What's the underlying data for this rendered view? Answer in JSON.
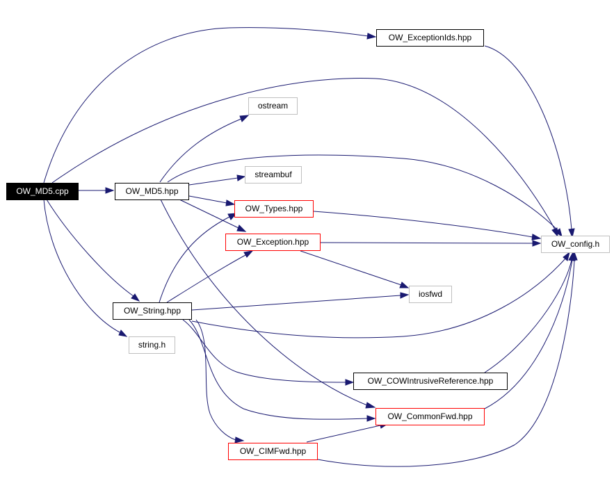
{
  "graph": {
    "colors": {
      "edge": "#191970",
      "documented": "#000000",
      "external": "#bfbfbf",
      "truncated": "#ff0000",
      "root_fill": "#000000",
      "root_text": "#ffffff"
    },
    "nodes": {
      "ow_md5_cpp": {
        "label": "OW_MD5.cpp",
        "kind": "root"
      },
      "ow_md5_hpp": {
        "label": "OW_MD5.hpp",
        "kind": "documented"
      },
      "ow_exceptionids_hpp": {
        "label": "OW_ExceptionIds.hpp",
        "kind": "documented"
      },
      "ostream": {
        "label": "ostream",
        "kind": "external"
      },
      "streambuf": {
        "label": "streambuf",
        "kind": "external"
      },
      "ow_types_hpp": {
        "label": "OW_Types.hpp",
        "kind": "truncated"
      },
      "ow_exception_hpp": {
        "label": "OW_Exception.hpp",
        "kind": "truncated"
      },
      "ow_config_h": {
        "label": "OW_config.h",
        "kind": "external"
      },
      "iosfwd": {
        "label": "iosfwd",
        "kind": "external"
      },
      "ow_string_hpp": {
        "label": "OW_String.hpp",
        "kind": "documented"
      },
      "string_h": {
        "label": "string.h",
        "kind": "external"
      },
      "ow_cowintrusivereference_hpp": {
        "label": "OW_COWIntrusiveReference.hpp",
        "kind": "documented"
      },
      "ow_commonfwd_hpp": {
        "label": "OW_CommonFwd.hpp",
        "kind": "truncated"
      },
      "ow_cimfwd_hpp": {
        "label": "OW_CIMFwd.hpp",
        "kind": "truncated"
      }
    },
    "edges": [
      {
        "from": "OW_MD5.cpp",
        "to": "OW_MD5.hpp"
      },
      {
        "from": "OW_MD5.cpp",
        "to": "OW_ExceptionIds.hpp"
      },
      {
        "from": "OW_MD5.cpp",
        "to": "OW_config.h"
      },
      {
        "from": "OW_MD5.cpp",
        "to": "OW_String.hpp"
      },
      {
        "from": "OW_MD5.cpp",
        "to": "string.h"
      },
      {
        "from": "OW_ExceptionIds.hpp",
        "to": "OW_config.h"
      },
      {
        "from": "OW_MD5.hpp",
        "to": "ostream"
      },
      {
        "from": "OW_MD5.hpp",
        "to": "OW_config.h"
      },
      {
        "from": "OW_MD5.hpp",
        "to": "streambuf"
      },
      {
        "from": "OW_MD5.hpp",
        "to": "OW_Types.hpp"
      },
      {
        "from": "OW_MD5.hpp",
        "to": "OW_Exception.hpp"
      },
      {
        "from": "OW_MD5.hpp",
        "to": "OW_CommonFwd.hpp"
      },
      {
        "from": "OW_Types.hpp",
        "to": "OW_config.h"
      },
      {
        "from": "OW_Exception.hpp",
        "to": "OW_config.h"
      },
      {
        "from": "OW_Exception.hpp",
        "to": "iosfwd"
      },
      {
        "from": "OW_String.hpp",
        "to": "OW_Types.hpp"
      },
      {
        "from": "OW_String.hpp",
        "to": "OW_Exception.hpp"
      },
      {
        "from": "OW_String.hpp",
        "to": "iosfwd"
      },
      {
        "from": "OW_String.hpp",
        "to": "OW_config.h"
      },
      {
        "from": "OW_String.hpp",
        "to": "OW_COWIntrusiveReference.hpp"
      },
      {
        "from": "OW_String.hpp",
        "to": "OW_CommonFwd.hpp"
      },
      {
        "from": "OW_String.hpp",
        "to": "OW_CIMFwd.hpp"
      },
      {
        "from": "OW_COWIntrusiveReference.hpp",
        "to": "OW_config.h"
      },
      {
        "from": "OW_CommonFwd.hpp",
        "to": "OW_config.h"
      },
      {
        "from": "OW_CIMFwd.hpp",
        "to": "OW_CommonFwd.hpp"
      },
      {
        "from": "OW_CIMFwd.hpp",
        "to": "OW_config.h"
      }
    ]
  }
}
